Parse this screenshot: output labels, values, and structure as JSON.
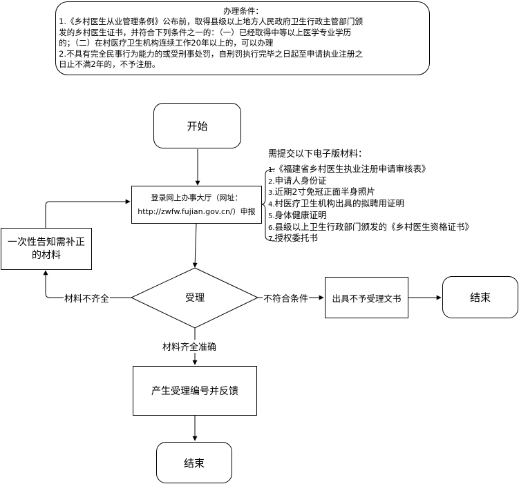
{
  "conditions": {
    "title": "办理条件：",
    "lines": [
      "1.《乡村医生从业管理条例》公布前，取得县级以上地方人民政府卫生行政主管部门颁",
      "发的乡村医生证书，并符合下列条件之一的：（一）已经取得中等以上医学专业学历",
      "的；（二）在村医疗卫生机构连续工作20年以上的，可以办理",
      "2.不具有完全民事行为能力的或受刑事处罚，自刑罚执行完毕之日起至申请执业注册之",
      "日止不满2年的，不予注册。"
    ]
  },
  "nodes": {
    "start": "开始",
    "login_line1": "登录网上办事大厅（网址：",
    "login_line2": "http://zwfw.fujian.gov.cn/）申报",
    "notify_line1": "一次性告知需补正",
    "notify_line2": "的材料",
    "accept": "受理",
    "reject_doc": "出具不予受理文书",
    "end_right": "结束",
    "issue_number": "产生受理编号并反馈",
    "end_bottom": "结束"
  },
  "edge_labels": {
    "incomplete": "材料不齐全",
    "not_qualified": "不符合条件",
    "complete": "材料齐全准确"
  },
  "materials": {
    "title": "需提交以下电子版材料：",
    "items": [
      {
        "num": "1.",
        "text": "《福建省乡村医生执业注册申请审核表》"
      },
      {
        "num": "2.",
        "text": "申请人身份证"
      },
      {
        "num": "3.",
        "text": "近期2寸免冠正面半身照片"
      },
      {
        "num": "4.",
        "text": "村医疗卫生机构出具的拟聘用证明"
      },
      {
        "num": "5.",
        "text": "身体健康证明"
      },
      {
        "num": "6.",
        "text": "县级以上卫生行政部门颁发的《乡村医生资格证书》"
      },
      {
        "num": "7.",
        "text": "授权委托书"
      }
    ]
  }
}
